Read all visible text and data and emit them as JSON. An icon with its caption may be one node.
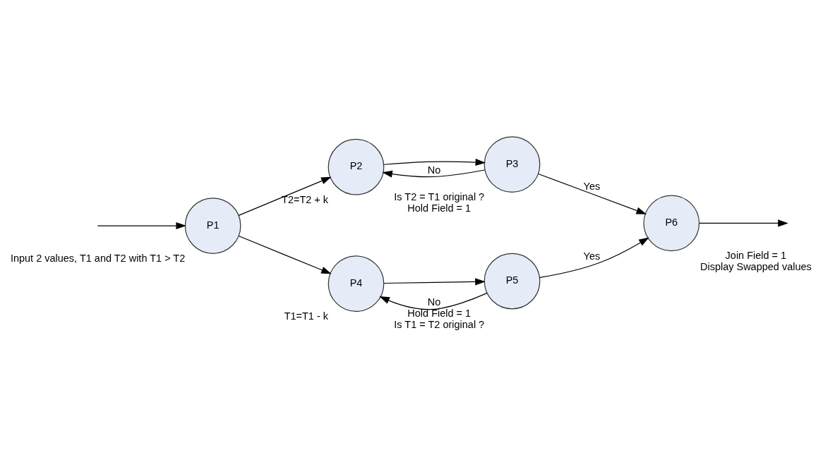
{
  "diagram": {
    "nodes": [
      {
        "text": [
          "P1"
        ],
        "beside": [
          "Input 2 values, T1 and T2 with T1 > T2"
        ]
      },
      {
        "text": [
          "P2"
        ],
        "beside": [
          "T2=T2 + k"
        ]
      },
      {
        "text": [
          "P3"
        ],
        "beside": [
          "Is T2 = T1 original ?",
          "Hold Field = 1"
        ]
      },
      {
        "text": [
          "P4"
        ],
        "beside": [
          "T1=T1 - k"
        ]
      },
      {
        "text": [
          "P5"
        ],
        "beside": [
          "Hold Field = 1",
          "Is T1 = T2 original ?"
        ]
      },
      {
        "text": [
          "P6"
        ],
        "beside": [
          "Join Field = 1",
          "Display Swapped values"
        ]
      }
    ],
    "edges": [
      {
        "from": null,
        "to": 0,
        "arrow": "to"
      },
      {
        "from": 0,
        "to": 1,
        "arrow": "to"
      },
      {
        "from": 0,
        "to": 3,
        "arrow": "to"
      },
      {
        "from": 1,
        "to": 2,
        "arrow": "to"
      },
      {
        "from": 2,
        "to": 1,
        "label": "No",
        "arrow": "to"
      },
      {
        "from": 2,
        "to": 5,
        "label": "Yes",
        "arrow": "to"
      },
      {
        "from": 3,
        "to": 4,
        "arrow": "to"
      },
      {
        "from": 4,
        "to": 3,
        "label": "No",
        "arrow": "to"
      },
      {
        "from": 4,
        "to": 5,
        "label": "Yes",
        "arrow": "to"
      },
      {
        "from": 5,
        "to": null,
        "arrow": "to"
      }
    ]
  }
}
